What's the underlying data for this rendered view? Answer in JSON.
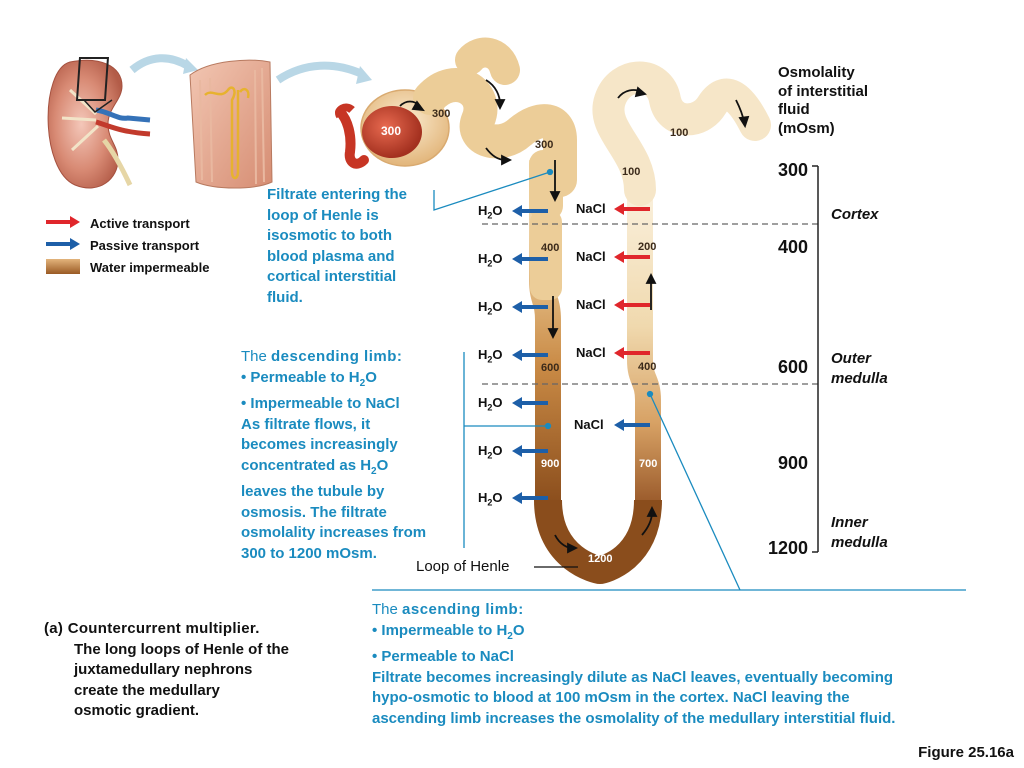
{
  "header": {
    "osmolality_lines": [
      "Osmolality",
      "of interstitial",
      "fluid",
      "(mOsm)"
    ]
  },
  "legend": [
    {
      "label": "Active transport",
      "color": "#e0262b"
    },
    {
      "label": "Passive transport",
      "color": "#1d5fa8"
    },
    {
      "label": "Water impermeable",
      "color": "#b06a2c"
    }
  ],
  "scale": {
    "values": [
      "300",
      "400",
      "600",
      "900",
      "1200"
    ]
  },
  "regions": {
    "cortex": "Cortex",
    "outer": [
      "Outer",
      "medulla"
    ],
    "inner": [
      "Inner",
      "medulla"
    ]
  },
  "tube_values": {
    "arteriole": "300",
    "glomerulus": "300",
    "proximal": "300",
    "distal_top": "100",
    "distal_upper": "100",
    "desc_400": "400",
    "desc_600": "600",
    "desc_900": "900",
    "bottom_1200": "1200",
    "asc_200": "200",
    "asc_400": "400",
    "asc_700": "700"
  },
  "transport": {
    "water": "H",
    "water_sub": "2",
    "water_tail": "O",
    "salt": "NaCl"
  },
  "callouts": {
    "entering": [
      "Filtrate entering the",
      "loop of Henle is",
      "isosmotic to both",
      "blood plasma and",
      "cortical interstitial",
      "fluid."
    ],
    "descending_the": "The ",
    "descending_title": "descending limb:",
    "descending_perm_pre": "• Permeable to H",
    "descending_perm_sub": "2",
    "descending_perm_post": "O",
    "descending_imperm": "• Impermeable to NaCl",
    "descending_l1": "As filtrate flows, it",
    "descending_l2": "becomes increasingly",
    "descending_l3_pre": "concentrated as H",
    "descending_l3_sub": "2",
    "descending_l3_post": "O",
    "descending_l4": "leaves the tubule by",
    "descending_l5": "osmosis. The filtrate",
    "descending_l6": "osmolality increases from",
    "descending_l7": "300 to 1200 mOsm.",
    "loop_label": "Loop of Henle",
    "ascending_the": "The ",
    "ascending_title": "ascending limb:",
    "ascending_imperm_pre": "• Impermeable to H",
    "ascending_imperm_sub": "2",
    "ascending_imperm_post": "O",
    "ascending_perm": "• Permeable to NaCl",
    "ascending_l1": "Filtrate becomes increasingly dilute as NaCl leaves, eventually becoming",
    "ascending_l2": "hypo-osmotic to blood at 100 mOsm in the cortex. NaCl leaving the",
    "ascending_l3": "ascending limb increases the osmolality of the medullary interstitial fluid."
  },
  "caption": {
    "label": "(a) Countercurrent multiplier.",
    "lines": [
      "The long loops of Henle of the",
      "juxtamedullary nephrons",
      "create the medullary",
      "osmotic gradient."
    ]
  },
  "figure_label": "Figure 25.16a"
}
